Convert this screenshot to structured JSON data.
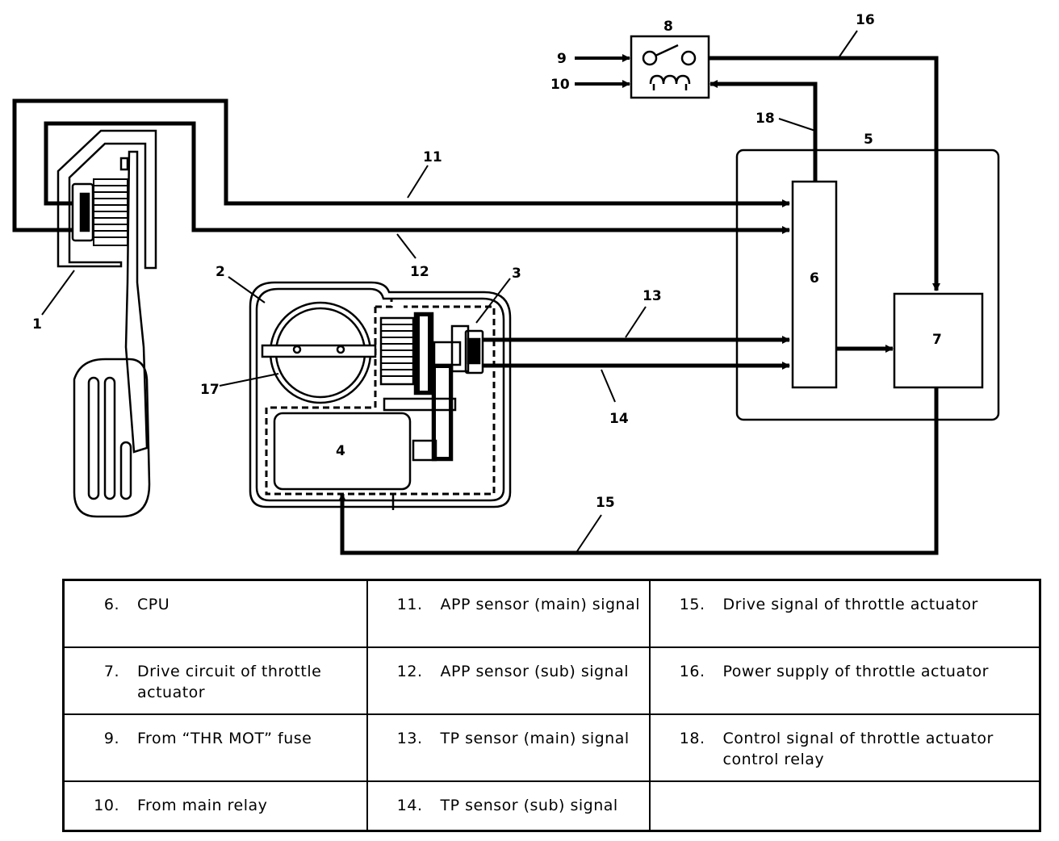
{
  "callouts": {
    "c1": "1",
    "c2": "2",
    "c3": "3",
    "c4": "4",
    "c5": "5",
    "c6": "6",
    "c7": "7",
    "c8": "8",
    "c9": "9",
    "c10": "10",
    "c11": "11",
    "c12": "12",
    "c13": "13",
    "c14": "14",
    "c15": "15",
    "c16": "16",
    "c17": "17",
    "c18": "18"
  },
  "legend": {
    "rows": [
      [
        {
          "num": "6.",
          "text": "CPU"
        },
        {
          "num": "11.",
          "text": "APP sensor (main) signal"
        },
        {
          "num": "15.",
          "text": "Drive signal of throttle actuator"
        }
      ],
      [
        {
          "num": "7.",
          "text": "Drive circuit of throttle actuator"
        },
        {
          "num": "12.",
          "text": "APP sensor (sub) signal"
        },
        {
          "num": "16.",
          "text": "Power supply of throttle actuator"
        }
      ],
      [
        {
          "num": "9.",
          "text": "From “THR MOT” fuse"
        },
        {
          "num": "13.",
          "text": "TP sensor (main) signal"
        },
        {
          "num": "18.",
          "text": "Control signal of throttle actuator control relay"
        }
      ],
      [
        {
          "num": "10.",
          "text": "From main relay"
        },
        {
          "num": "14.",
          "text": "TP sensor (sub) signal"
        },
        {
          "num": "",
          "text": ""
        }
      ]
    ]
  }
}
